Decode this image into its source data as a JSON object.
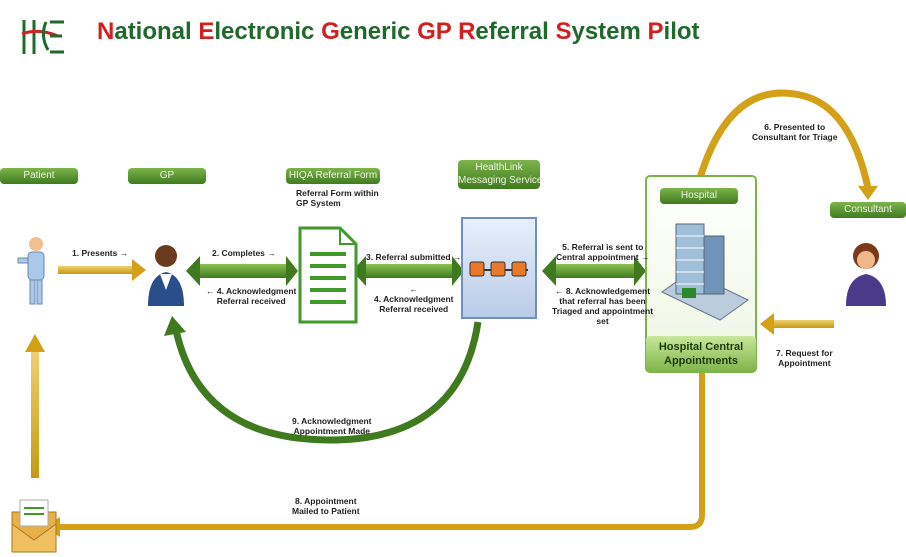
{
  "logo": {
    "text": "HSE"
  },
  "title": {
    "parts": [
      {
        "text": "N",
        "cap": true
      },
      {
        "text": "ational ",
        "cap": false
      },
      {
        "text": "E",
        "cap": true
      },
      {
        "text": "lectronic ",
        "cap": false
      },
      {
        "text": "G",
        "cap": true
      },
      {
        "text": "eneric ",
        "cap": false
      },
      {
        "text": "GP",
        "cap": true
      },
      {
        "text": " ",
        "cap": false
      },
      {
        "text": "R",
        "cap": true
      },
      {
        "text": "eferral ",
        "cap": false
      },
      {
        "text": "S",
        "cap": true
      },
      {
        "text": "ystem ",
        "cap": false
      },
      {
        "text": "P",
        "cap": true
      },
      {
        "text": "ilot",
        "cap": false
      }
    ]
  },
  "pills": {
    "patient": "Patient",
    "gp": "GP",
    "hiqa": "HIQA Referral Form",
    "healthlink_1": "HealthLink",
    "healthlink_2": "Messaging Service",
    "hospital": "Hospital",
    "consultant": "Consultant"
  },
  "hiqa_sub_1": "Referral Form within",
  "hiqa_sub_2": "GP System",
  "hospital_box_1": "Hospital Central",
  "hospital_box_2": "Appointments",
  "steps": {
    "s1": "1. Presents →",
    "s2": "2. Completes →",
    "s4a_1": "← 4. Acknowledgment",
    "s4a_2": "Referral received",
    "s3": "3. Referral submitted →",
    "s4b_arrow": "←",
    "s4b_1": "4. Acknowledgment",
    "s4b_2": "Referral received",
    "s5_1": "5. Referral is sent to",
    "s5_2": "Central appointment →",
    "s8a_1": "← 8. Acknowledgement",
    "s8a_2": "that referral has been",
    "s8a_3": "Triaged and appointment",
    "s8a_4": "set",
    "s6_1": "6. Presented to",
    "s6_2": "Consultant for Triage",
    "s7_1": "7. Request for",
    "s7_2": "Appointment",
    "s9_1": "9. Acknowledgment",
    "s9_2": "Appointment Made",
    "s8b_1": "8. Appointment",
    "s8b_2": "Mailed to Patient"
  },
  "colors": {
    "green_dark": "#3f7a1f",
    "green_light": "#7db44a",
    "gold": "#d4a017",
    "title_green": "#1f6a2a",
    "title_red": "#d21f1f"
  }
}
